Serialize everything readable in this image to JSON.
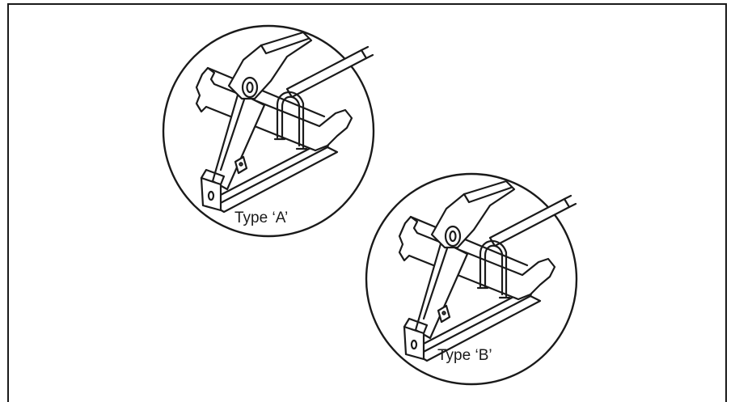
{
  "figures": [
    {
      "id": "A",
      "label": "Type ‘A’"
    },
    {
      "id": "B",
      "label": "Type ‘B’"
    }
  ],
  "colors": {
    "ink": "#1a1a1a",
    "background": "#ffffff"
  }
}
